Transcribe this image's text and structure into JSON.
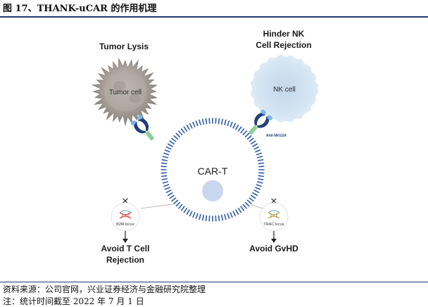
{
  "header": {
    "title": "图 17、THANK-uCAR 的作用机理"
  },
  "diagram": {
    "tumor_lysis_label": "Tumor Lysis",
    "hinder_nk_label_line1": "Hinder NK",
    "hinder_nk_label_line2": "Cell Rejection",
    "tumor_cell_label": "Tumor cell",
    "nk_cell_label": "NK cell",
    "car_t_label": "CAR-T",
    "anti_nkg2a_label": "Anti-NKG2A",
    "b2m_locus_label": "B2M locus",
    "trac_locus_label": "TRAC locus",
    "knockout_symbol": "✕",
    "avoid_t_cell_line1": "Avoid T Cell",
    "avoid_t_cell_line2": "Rejection",
    "avoid_gvhd_label": "Avoid GvHD",
    "colors": {
      "car_t_dots": "#2e5aa8",
      "car_t_inner": "#c9d7ee",
      "nk_cell": "#d3e4f3",
      "tumor_cell": "#a79f98",
      "receptor": "#1f3f7a",
      "receptor_tip": "#7ab8e8",
      "linker": "#8fcf9a",
      "dna_red": "#d9534f",
      "dna_teal": "#4fa3a5"
    }
  },
  "footer": {
    "source": "资料来源：公司官网，兴业证券经济与金融研究院整理",
    "note": "注：统计时间截至 2022 年 7 月 1 日"
  }
}
